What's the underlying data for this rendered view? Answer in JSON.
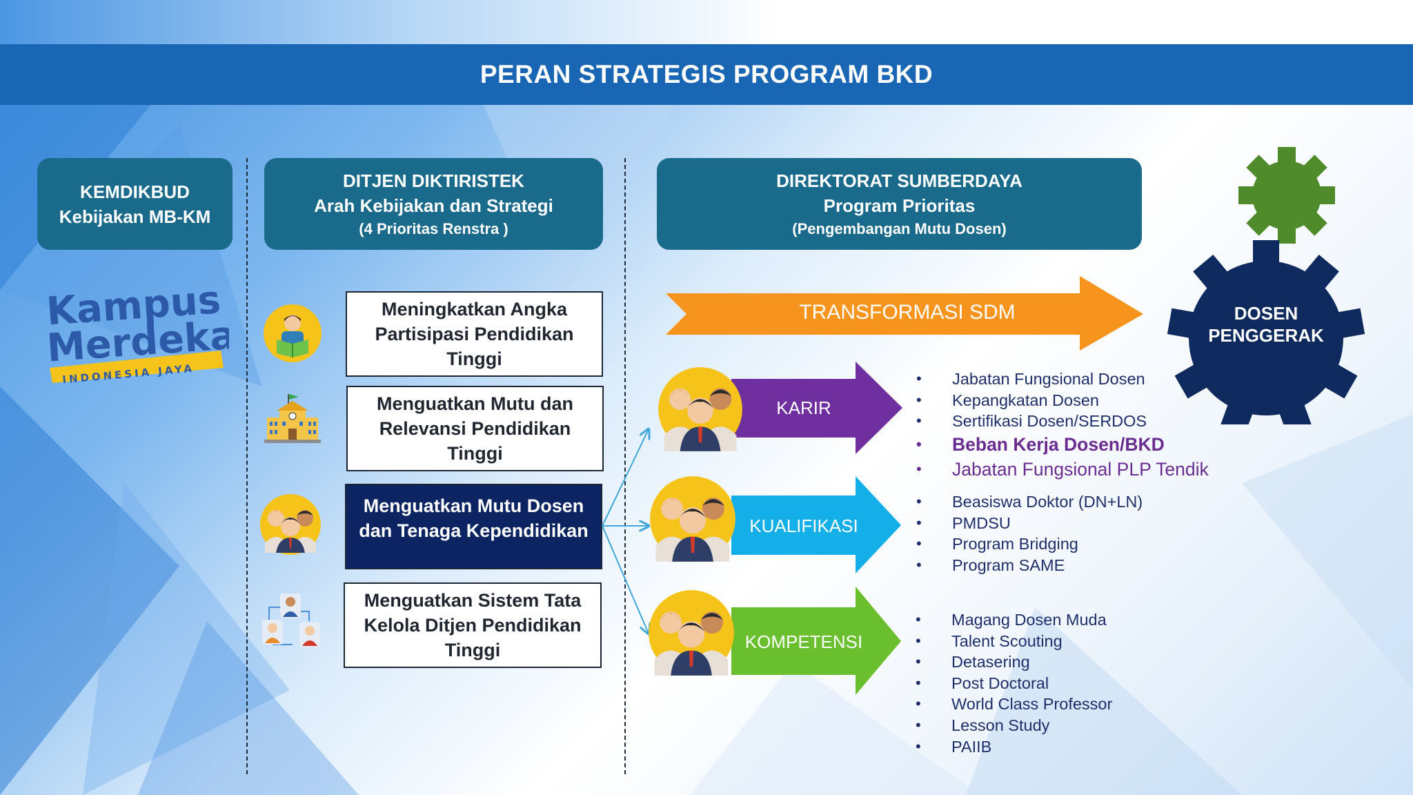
{
  "title": "PERAN STRATEGIS PROGRAM BKD",
  "col1": {
    "line1": "KEMDIKBUD",
    "line2": "Kebijakan MB-KM"
  },
  "col2": {
    "line1": "DITJEN DIKTIRISTEK",
    "line2": "Arah Kebijakan dan Strategi",
    "line3": "(4 Prioritas Renstra )"
  },
  "col3": {
    "line1": "DIREKTORAT SUMBERDAYA",
    "line2": "Program Prioritas",
    "line3": "(Pengembangan Mutu Dosen)"
  },
  "logo": {
    "line1": "Kampus",
    "line2": "Merdeka",
    "tagline": "INDONESIA JAYA"
  },
  "priorities": [
    {
      "text": "Meningkatkan Angka Partisipasi Pendidikan Tinggi",
      "icon": "reader-icon"
    },
    {
      "text": "Menguatkan Mutu dan Relevansi Pendidikan Tinggi",
      "icon": "school-building-icon"
    },
    {
      "text": "Menguatkan Mutu Dosen dan Tenaga Kependidikan",
      "icon": "people-group-icon"
    },
    {
      "text": "Menguatkan Sistem Tata Kelola Ditjen Pendidikan Tinggi",
      "icon": "network-people-icon"
    }
  ],
  "transformasi": "TRANSFORMASI SDM",
  "gear": {
    "label_line1": "DOSEN",
    "label_line2": "PENGGERAK"
  },
  "arrows": [
    {
      "label": "KARIR",
      "color": "#6f2f9f"
    },
    {
      "label": "KUALIFIKASI",
      "color": "#14aee8"
    },
    {
      "label": "KOMPETENSI",
      "color": "#6abf2e"
    }
  ],
  "karir_list": [
    "Jabatan Fungsional Dosen",
    "Kepangkatan Dosen",
    "Sertifikasi Dosen/SERDOS",
    "Beban Kerja Dosen/BKD",
    "Jabatan Fungsional PLP Tendik"
  ],
  "kualifikasi_list": [
    "Beasiswa Doktor (DN+LN)",
    "PMDSU",
    "Program Bridging",
    "Program SAME"
  ],
  "kompetensi_list": [
    "Magang Dosen Muda",
    "Talent Scouting",
    "Detasering",
    "Post Doctoral",
    "World Class Professor",
    "Lesson Study",
    "PAIIB"
  ],
  "colors": {
    "banner": "#1866b4",
    "header_box": "#1a6a8c",
    "highlight_box": "#0c2461",
    "gear_big": "#0f2a5e",
    "gear_small": "#4f8b2a",
    "transformasi": "#f7941d"
  }
}
